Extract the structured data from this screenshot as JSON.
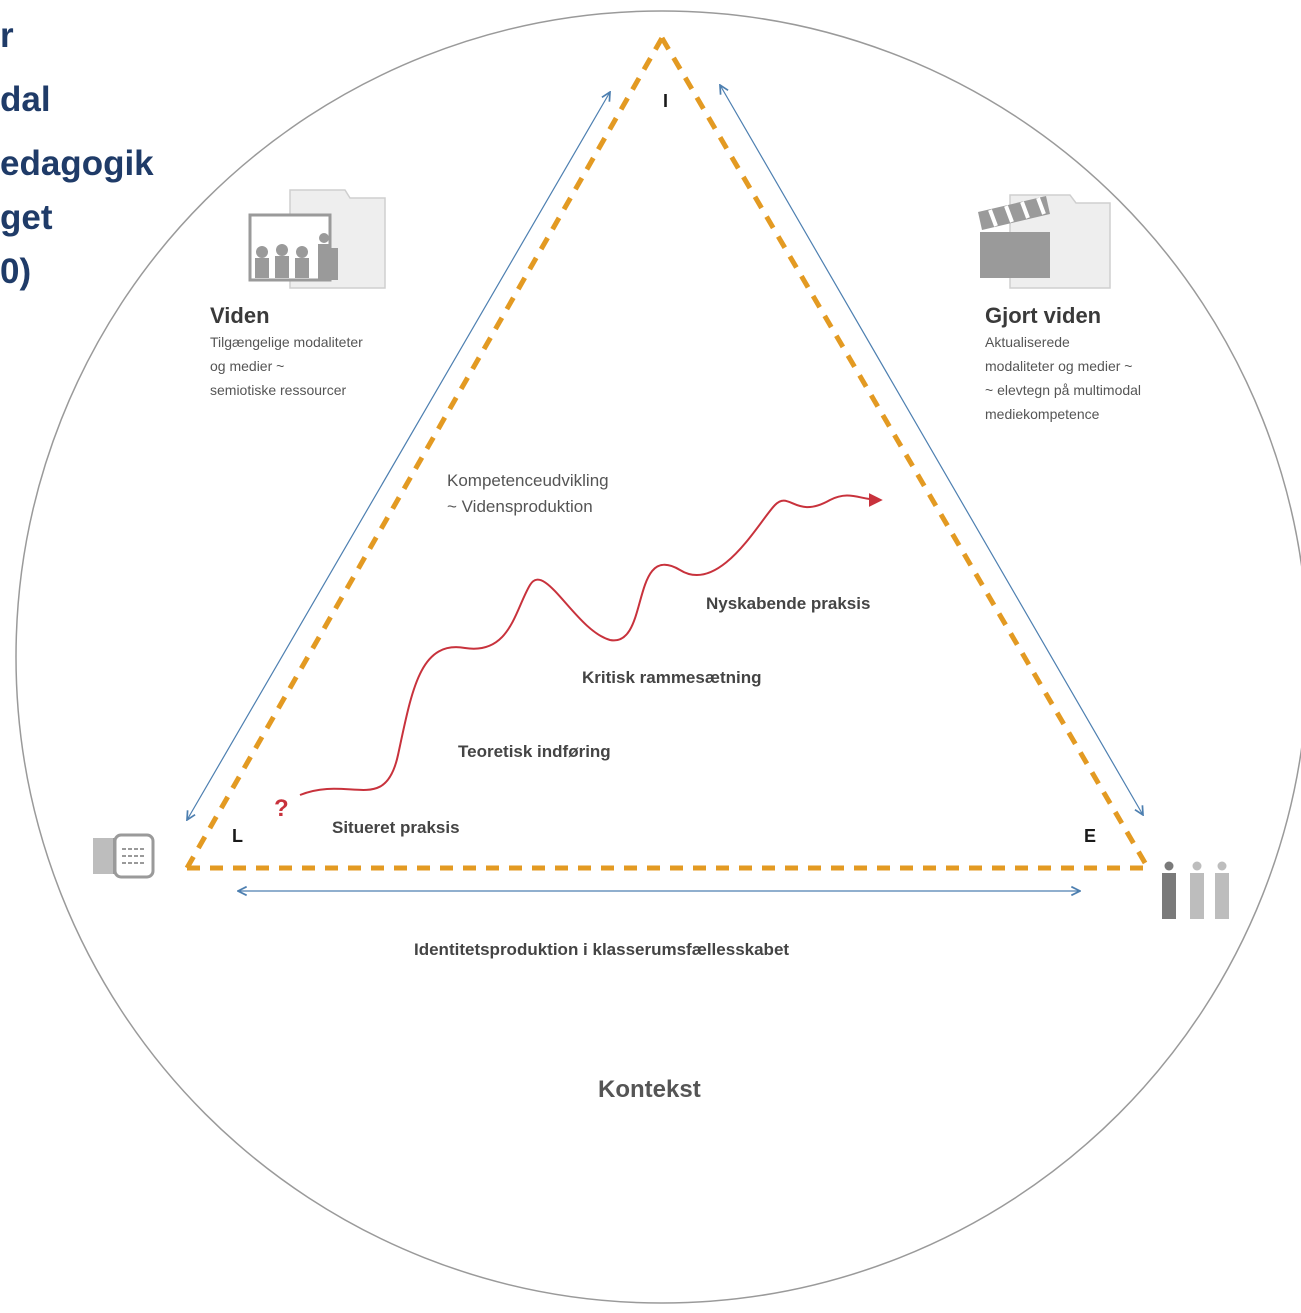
{
  "title_fragments": [
    "r",
    "dal",
    "edagogik",
    "get",
    "0)"
  ],
  "vertices": {
    "top": "I",
    "left": "L",
    "right": "E"
  },
  "knowledge": {
    "heading": "Viden",
    "lines": [
      "Tilgængelige modaliteter",
      "og medier ~",
      "semiotiske ressourcer"
    ]
  },
  "done_knowledge": {
    "heading": "Gjort viden",
    "lines": [
      "Aktualiserede",
      "modaliteter og medier ~",
      "~ elevtegn på multimodal",
      "mediekompetence"
    ]
  },
  "competence": {
    "lines": [
      "Kompetenceudvikling",
      "~ Vidensproduktion"
    ]
  },
  "stages": [
    "Situeret praksis",
    "Teoretisk indføring",
    "Kritisk rammesætning",
    "Nyskabende praksis"
  ],
  "question_mark": "?",
  "identity": "Identitetsproduktion i klasserumsfællesskabet",
  "context": "Kontekst",
  "colors": {
    "title": "#1f3b68",
    "triangle_dash": "#e39a22",
    "arrows": "#4d7fb0",
    "wave": "#c8323c",
    "circle": "#9a9a9a",
    "icons": "#9a9a9a"
  },
  "icons": [
    "teacher-presentation-folder-icon",
    "film-clapper-folder-icon",
    "document-icon",
    "students-icon"
  ]
}
